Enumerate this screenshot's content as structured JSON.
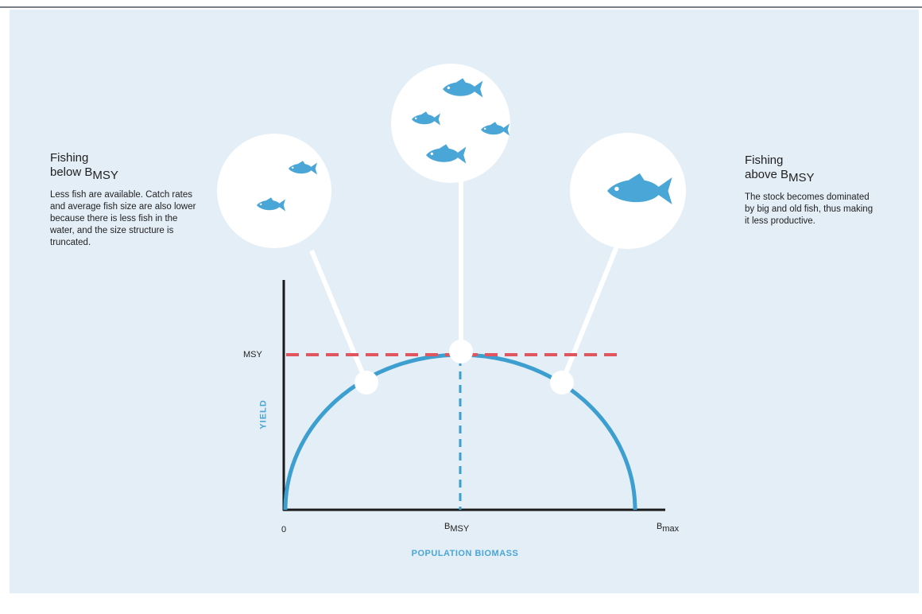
{
  "left_note": {
    "title_line1": "Fishing",
    "title_line2": "below B",
    "title_sub": "MSY",
    "body": "Less fish are available. Catch rates and average fish size are also lower because there is less fish in the water, and the size structure is truncated."
  },
  "right_note": {
    "title_line1": "Fishing",
    "title_line2": "above B",
    "title_sub": "MSY",
    "body": "The stock becomes dominated by big and old fish, thus making it less productive."
  },
  "axes": {
    "y_label": "YIELD",
    "x_label": "POPULATION BIOMASS",
    "y_tick": "MSY",
    "x_tick_zero": "0",
    "x_tick_bmsy_main": "B",
    "x_tick_bmsy_sub": "MSY",
    "x_tick_bmax_main": "B",
    "x_tick_bmax_sub": "max"
  },
  "colors": {
    "background": "#e4eef7",
    "curve": "#3d9fd0",
    "msy_line": "#e0555e",
    "fish": "#4aa6d6",
    "axis": "#1a1a1a"
  },
  "bubbles": [
    {
      "id": "below",
      "fish_count": 2
    },
    {
      "id": "at",
      "fish_count": 4
    },
    {
      "id": "above",
      "fish_count": 1
    }
  ]
}
